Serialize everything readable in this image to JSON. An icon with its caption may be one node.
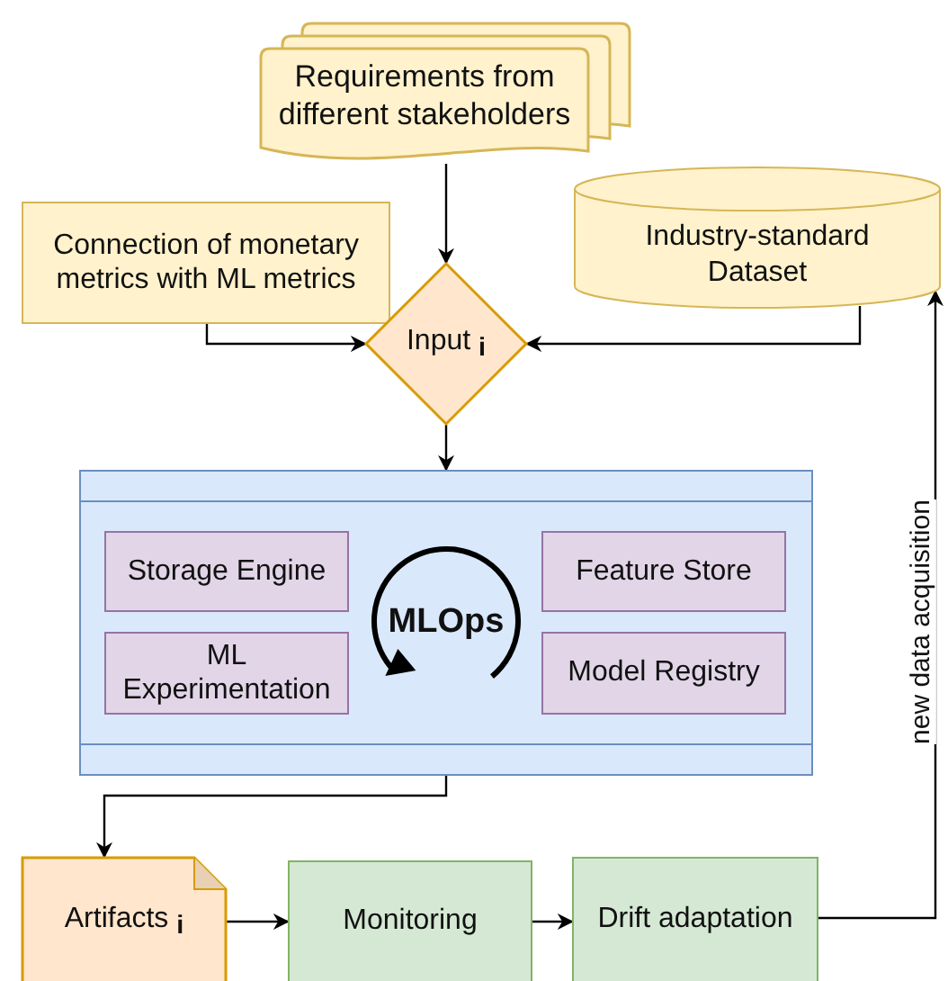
{
  "diagram": {
    "nodes": [
      {
        "text": [
          "Requirements from different stakeholders"
        ]
      },
      {
        "text": [
          "Connection of monetary metrics with ML metrics"
        ]
      },
      {
        "text": [
          "Industry-standard Dataset"
        ]
      },
      {
        "text": [
          "Input $_{i}$"
        ]
      },
      {
        "text": [
          "MLOps"
        ]
      },
      {
        "text": [
          "Storage Engine"
        ],
        "in": 4
      },
      {
        "text": [
          "ML Experimentation"
        ],
        "in": 4
      },
      {
        "text": [
          "Feature Store"
        ],
        "in": 4
      },
      {
        "text": [
          "Model Registry"
        ],
        "in": 4
      },
      {
        "text": [
          "Artifacts $_{i}$"
        ]
      },
      {
        "text": [
          "Monitoring"
        ]
      },
      {
        "text": [
          "Drift adaptation"
        ]
      }
    ],
    "edges": [
      {
        "from": 0,
        "to": 3,
        "arrow": "to"
      },
      {
        "from": 1,
        "to": 3,
        "arrow": "to"
      },
      {
        "from": 2,
        "to": 3,
        "arrow": "to"
      },
      {
        "from": 3,
        "to": 4,
        "arrow": "to"
      },
      {
        "from": 4,
        "to": 9,
        "arrow": "to"
      },
      {
        "from": 9,
        "to": 10,
        "arrow": "to"
      },
      {
        "from": 10,
        "to": 11,
        "arrow": "to"
      },
      {
        "from": 11,
        "to": 2,
        "arrow": "to",
        "label": "new data acquisition"
      }
    ]
  }
}
